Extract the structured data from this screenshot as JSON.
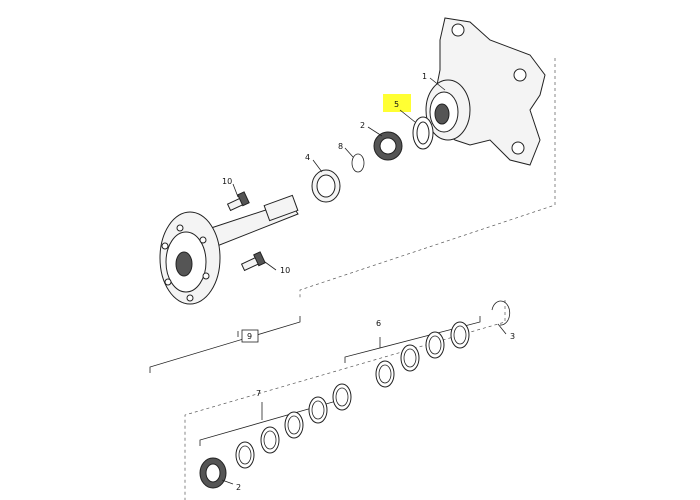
{
  "callouts": {
    "c1": "1",
    "c2a": "2",
    "c2b": "2",
    "c3": "3",
    "c4": "4",
    "c5": "5",
    "c6": "6",
    "c7": "7",
    "c8": "8",
    "c9": "9",
    "c10a": "10",
    "c10b": "10"
  },
  "colors": {
    "highlight": "#ffff33",
    "line": "#222222",
    "background": "#ffffff"
  }
}
